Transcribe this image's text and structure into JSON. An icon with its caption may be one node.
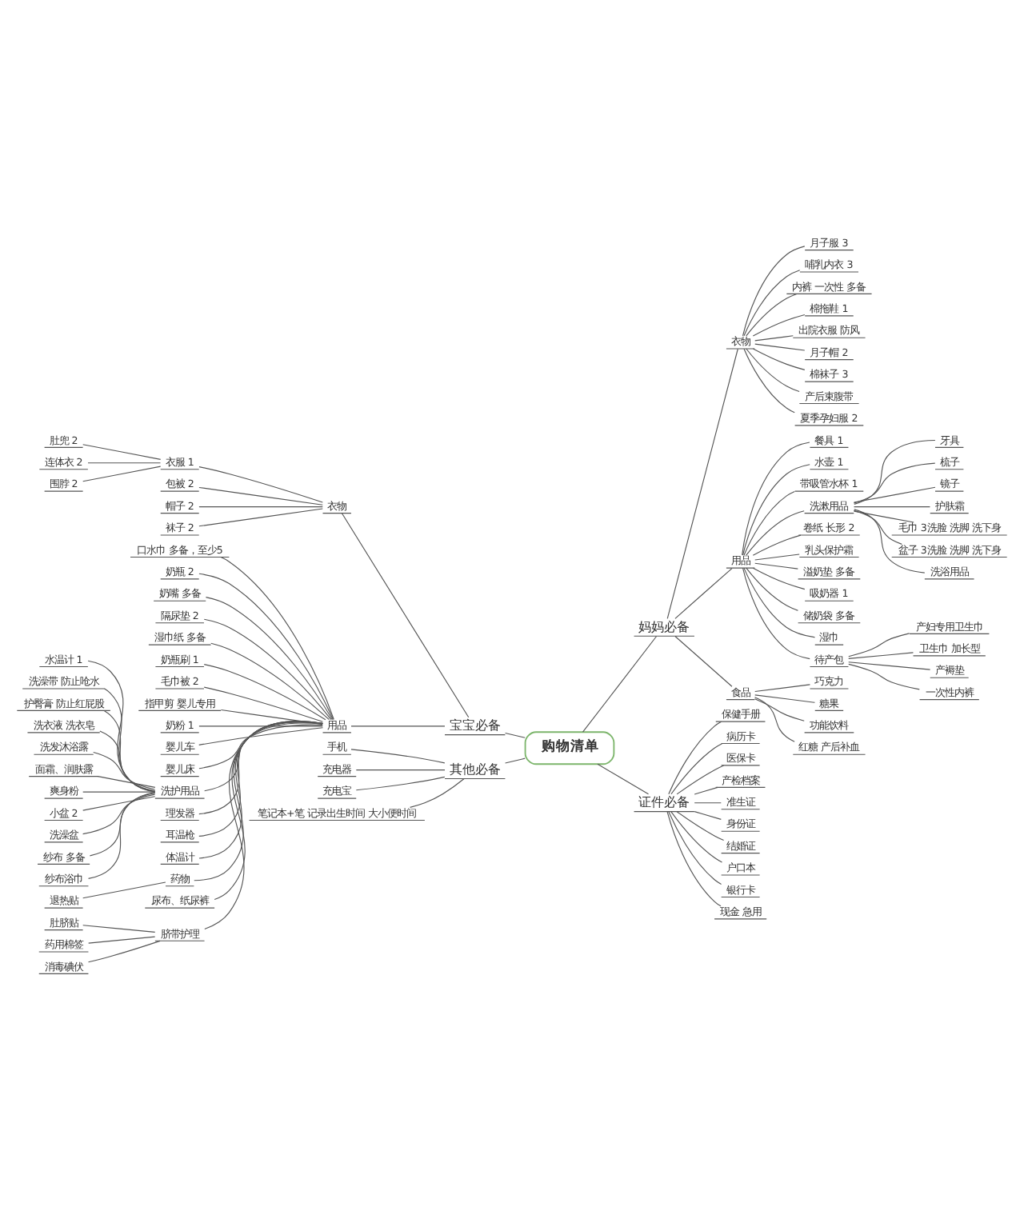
{
  "diagram": {
    "nodes": [
      {
        "text": [
          "购物清单"
        ]
      },
      {
        "text": [
          "宝宝必备"
        ]
      },
      {
        "text": [
          "衣物"
        ]
      },
      {
        "text": [
          "衣服 1"
        ]
      },
      {
        "text": [
          "肚兜 2"
        ]
      },
      {
        "text": [
          "连体衣 2"
        ]
      },
      {
        "text": [
          "围脖 2"
        ]
      },
      {
        "text": [
          "包被 2"
        ]
      },
      {
        "text": [
          "帽子 2"
        ]
      },
      {
        "text": [
          "袜子 2"
        ]
      },
      {
        "text": [
          "用品"
        ]
      },
      {
        "text": [
          "口水巾 多备，至少5"
        ]
      },
      {
        "text": [
          "奶瓶 2"
        ]
      },
      {
        "text": [
          "奶嘴 多备"
        ]
      },
      {
        "text": [
          "隔尿垫 2"
        ]
      },
      {
        "text": [
          "湿巾纸 多备"
        ]
      },
      {
        "text": [
          "奶瓶刷 1"
        ]
      },
      {
        "text": [
          "毛巾被 2"
        ]
      },
      {
        "text": [
          "指甲剪 婴儿专用"
        ]
      },
      {
        "text": [
          "奶粉 1"
        ]
      },
      {
        "text": [
          "婴儿车"
        ]
      },
      {
        "text": [
          "婴儿床"
        ]
      },
      {
        "text": [
          "洗护用品"
        ]
      },
      {
        "text": [
          "水温计 1"
        ]
      },
      {
        "text": [
          "洗澡带 防止呛水"
        ]
      },
      {
        "text": [
          "护臀膏 防止红屁股"
        ]
      },
      {
        "text": [
          "洗衣液 洗衣皂"
        ]
      },
      {
        "text": [
          "洗发沐浴露"
        ]
      },
      {
        "text": [
          "面霜、润肤露"
        ]
      },
      {
        "text": [
          "爽身粉"
        ]
      },
      {
        "text": [
          "小盆 2"
        ]
      },
      {
        "text": [
          "洗澡盆"
        ]
      },
      {
        "text": [
          "纱布 多备"
        ]
      },
      {
        "text": [
          "纱布浴巾"
        ]
      },
      {
        "text": [
          "理发器"
        ]
      },
      {
        "text": [
          "耳温枪"
        ]
      },
      {
        "text": [
          "体温计"
        ]
      },
      {
        "text": [
          "药物"
        ]
      },
      {
        "text": [
          "退热贴"
        ]
      },
      {
        "text": [
          "尿布、纸尿裤"
        ]
      },
      {
        "text": [
          "脐带护理"
        ]
      },
      {
        "text": [
          "肚脐贴"
        ]
      },
      {
        "text": [
          "药用棉签"
        ]
      },
      {
        "text": [
          "消毒碘伏"
        ]
      },
      {
        "text": [
          "其他必备"
        ]
      },
      {
        "text": [
          "手机"
        ]
      },
      {
        "text": [
          "充电器"
        ]
      },
      {
        "text": [
          "充电宝"
        ]
      },
      {
        "text": [
          "笔记本+笔 记录出生时间 大小便时间"
        ]
      },
      {
        "text": [
          "妈妈必备"
        ]
      },
      {
        "text": [
          "衣物"
        ]
      },
      {
        "text": [
          "月子服 3"
        ]
      },
      {
        "text": [
          "哺乳内衣 3"
        ]
      },
      {
        "text": [
          "内裤 一次性 多备"
        ]
      },
      {
        "text": [
          "棉拖鞋 1"
        ]
      },
      {
        "text": [
          "出院衣服 防风"
        ]
      },
      {
        "text": [
          "月子帽 2"
        ]
      },
      {
        "text": [
          "棉袜子 3"
        ]
      },
      {
        "text": [
          "产后束腹带"
        ]
      },
      {
        "text": [
          "夏季孕妇服 2"
        ]
      },
      {
        "text": [
          "用品"
        ]
      },
      {
        "text": [
          "餐具 1"
        ]
      },
      {
        "text": [
          "水壶 1"
        ]
      },
      {
        "text": [
          "带吸管水杯 1"
        ]
      },
      {
        "text": [
          "洗漱用品"
        ]
      },
      {
        "text": [
          "牙具"
        ]
      },
      {
        "text": [
          "梳子"
        ]
      },
      {
        "text": [
          "镜子"
        ]
      },
      {
        "text": [
          "护肤霜"
        ]
      },
      {
        "text": [
          "毛巾 3洗脸 洗脚 洗下身"
        ]
      },
      {
        "text": [
          "盆子 3洗脸 洗脚 洗下身"
        ]
      },
      {
        "text": [
          "洗浴用品"
        ]
      },
      {
        "text": [
          "卷纸 长形 2"
        ]
      },
      {
        "text": [
          "乳头保护霜"
        ]
      },
      {
        "text": [
          "溢奶垫 多备"
        ]
      },
      {
        "text": [
          "吸奶器 1"
        ]
      },
      {
        "text": [
          "储奶袋 多备"
        ]
      },
      {
        "text": [
          "湿巾"
        ]
      },
      {
        "text": [
          "待产包"
        ]
      },
      {
        "text": [
          "产妇专用卫生巾"
        ]
      },
      {
        "text": [
          "卫生巾 加长型"
        ]
      },
      {
        "text": [
          "产褥垫"
        ]
      },
      {
        "text": [
          "一次性内裤"
        ]
      },
      {
        "text": [
          "食品"
        ]
      },
      {
        "text": [
          "巧克力"
        ]
      },
      {
        "text": [
          "糖果"
        ]
      },
      {
        "text": [
          "功能饮料"
        ]
      },
      {
        "text": [
          "红糖 产后补血"
        ]
      },
      {
        "text": [
          "证件必备"
        ]
      },
      {
        "text": [
          "保健手册"
        ]
      },
      {
        "text": [
          "病历卡"
        ]
      },
      {
        "text": [
          "医保卡"
        ]
      },
      {
        "text": [
          "产检档案"
        ]
      },
      {
        "text": [
          "准生证"
        ]
      },
      {
        "text": [
          "身份证"
        ]
      },
      {
        "text": [
          "结婚证"
        ]
      },
      {
        "text": [
          "户口本"
        ]
      },
      {
        "text": [
          "银行卡"
        ]
      },
      {
        "text": [
          "现金 急用"
        ]
      }
    ],
    "edges": [
      {
        "from": 0,
        "to": 1,
        "arrow": "none"
      },
      {
        "from": 1,
        "to": 2,
        "arrow": "none"
      },
      {
        "from": 2,
        "to": 3,
        "arrow": "none"
      },
      {
        "from": 3,
        "to": 4,
        "arrow": "none"
      },
      {
        "from": 3,
        "to": 5,
        "arrow": "none"
      },
      {
        "from": 3,
        "to": 6,
        "arrow": "none"
      },
      {
        "from": 2,
        "to": 7,
        "arrow": "none"
      },
      {
        "from": 2,
        "to": 8,
        "arrow": "none"
      },
      {
        "from": 2,
        "to": 9,
        "arrow": "none"
      },
      {
        "from": 1,
        "to": 10,
        "arrow": "none"
      },
      {
        "from": 10,
        "to": 11,
        "arrow": "none"
      },
      {
        "from": 10,
        "to": 12,
        "arrow": "none"
      },
      {
        "from": 10,
        "to": 13,
        "arrow": "none"
      },
      {
        "from": 10,
        "to": 14,
        "arrow": "none"
      },
      {
        "from": 10,
        "to": 15,
        "arrow": "none"
      },
      {
        "from": 10,
        "to": 16,
        "arrow": "none"
      },
      {
        "from": 10,
        "to": 17,
        "arrow": "none"
      },
      {
        "from": 10,
        "to": 18,
        "arrow": "none"
      },
      {
        "from": 10,
        "to": 19,
        "arrow": "none"
      },
      {
        "from": 10,
        "to": 20,
        "arrow": "none"
      },
      {
        "from": 10,
        "to": 21,
        "arrow": "none"
      },
      {
        "from": 10,
        "to": 22,
        "arrow": "none"
      },
      {
        "from": 22,
        "to": 23,
        "arrow": "none"
      },
      {
        "from": 22,
        "to": 24,
        "arrow": "none"
      },
      {
        "from": 22,
        "to": 25,
        "arrow": "none"
      },
      {
        "from": 22,
        "to": 26,
        "arrow": "none"
      },
      {
        "from": 22,
        "to": 27,
        "arrow": "none"
      },
      {
        "from": 22,
        "to": 28,
        "arrow": "none"
      },
      {
        "from": 22,
        "to": 29,
        "arrow": "none"
      },
      {
        "from": 22,
        "to": 30,
        "arrow": "none"
      },
      {
        "from": 22,
        "to": 31,
        "arrow": "none"
      },
      {
        "from": 22,
        "to": 32,
        "arrow": "none"
      },
      {
        "from": 22,
        "to": 33,
        "arrow": "none"
      },
      {
        "from": 10,
        "to": 34,
        "arrow": "none"
      },
      {
        "from": 10,
        "to": 35,
        "arrow": "none"
      },
      {
        "from": 10,
        "to": 36,
        "arrow": "none"
      },
      {
        "from": 10,
        "to": 37,
        "arrow": "none"
      },
      {
        "from": 37,
        "to": 38,
        "arrow": "none"
      },
      {
        "from": 10,
        "to": 39,
        "arrow": "none"
      },
      {
        "from": 10,
        "to": 40,
        "arrow": "none"
      },
      {
        "from": 40,
        "to": 41,
        "arrow": "none"
      },
      {
        "from": 40,
        "to": 42,
        "arrow": "none"
      },
      {
        "from": 40,
        "to": 43,
        "arrow": "none"
      },
      {
        "from": 0,
        "to": 44,
        "arrow": "none"
      },
      {
        "from": 44,
        "to": 45,
        "arrow": "none"
      },
      {
        "from": 44,
        "to": 46,
        "arrow": "none"
      },
      {
        "from": 44,
        "to": 47,
        "arrow": "none"
      },
      {
        "from": 44,
        "to": 48,
        "arrow": "none"
      },
      {
        "from": 0,
        "to": 49,
        "arrow": "none"
      },
      {
        "from": 49,
        "to": 50,
        "arrow": "none"
      },
      {
        "from": 50,
        "to": 51,
        "arrow": "none"
      },
      {
        "from": 50,
        "to": 52,
        "arrow": "none"
      },
      {
        "from": 50,
        "to": 53,
        "arrow": "none"
      },
      {
        "from": 50,
        "to": 54,
        "arrow": "none"
      },
      {
        "from": 50,
        "to": 55,
        "arrow": "none"
      },
      {
        "from": 50,
        "to": 56,
        "arrow": "none"
      },
      {
        "from": 50,
        "to": 57,
        "arrow": "none"
      },
      {
        "from": 50,
        "to": 58,
        "arrow": "none"
      },
      {
        "from": 50,
        "to": 59,
        "arrow": "none"
      },
      {
        "from": 49,
        "to": 60,
        "arrow": "none"
      },
      {
        "from": 60,
        "to": 61,
        "arrow": "none"
      },
      {
        "from": 60,
        "to": 62,
        "arrow": "none"
      },
      {
        "from": 60,
        "to": 63,
        "arrow": "none"
      },
      {
        "from": 60,
        "to": 64,
        "arrow": "none"
      },
      {
        "from": 64,
        "to": 65,
        "arrow": "none"
      },
      {
        "from": 64,
        "to": 66,
        "arrow": "none"
      },
      {
        "from": 64,
        "to": 67,
        "arrow": "none"
      },
      {
        "from": 64,
        "to": 68,
        "arrow": "none"
      },
      {
        "from": 64,
        "to": 69,
        "arrow": "none"
      },
      {
        "from": 64,
        "to": 70,
        "arrow": "none"
      },
      {
        "from": 64,
        "to": 71,
        "arrow": "none"
      },
      {
        "from": 60,
        "to": 72,
        "arrow": "none"
      },
      {
        "from": 60,
        "to": 73,
        "arrow": "none"
      },
      {
        "from": 60,
        "to": 74,
        "arrow": "none"
      },
      {
        "from": 60,
        "to": 75,
        "arrow": "none"
      },
      {
        "from": 60,
        "to": 76,
        "arrow": "none"
      },
      {
        "from": 60,
        "to": 77,
        "arrow": "none"
      },
      {
        "from": 60,
        "to": 78,
        "arrow": "none"
      },
      {
        "from": 78,
        "to": 79,
        "arrow": "none"
      },
      {
        "from": 78,
        "to": 80,
        "arrow": "none"
      },
      {
        "from": 78,
        "to": 81,
        "arrow": "none"
      },
      {
        "from": 78,
        "to": 82,
        "arrow": "none"
      },
      {
        "from": 49,
        "to": 83,
        "arrow": "none"
      },
      {
        "from": 83,
        "to": 84,
        "arrow": "none"
      },
      {
        "from": 83,
        "to": 85,
        "arrow": "none"
      },
      {
        "from": 83,
        "to": 86,
        "arrow": "none"
      },
      {
        "from": 83,
        "to": 87,
        "arrow": "none"
      },
      {
        "from": 0,
        "to": 88,
        "arrow": "none"
      },
      {
        "from": 88,
        "to": 89,
        "arrow": "none"
      },
      {
        "from": 88,
        "to": 90,
        "arrow": "none"
      },
      {
        "from": 88,
        "to": 91,
        "arrow": "none"
      },
      {
        "from": 88,
        "to": 92,
        "arrow": "none"
      },
      {
        "from": 88,
        "to": 93,
        "arrow": "none"
      },
      {
        "from": 88,
        "to": 94,
        "arrow": "none"
      },
      {
        "from": 88,
        "to": 95,
        "arrow": "none"
      },
      {
        "from": 88,
        "to": 96,
        "arrow": "none"
      },
      {
        "from": 88,
        "to": 97,
        "arrow": "none"
      },
      {
        "from": 88,
        "to": 98,
        "arrow": "none"
      }
    ]
  }
}
